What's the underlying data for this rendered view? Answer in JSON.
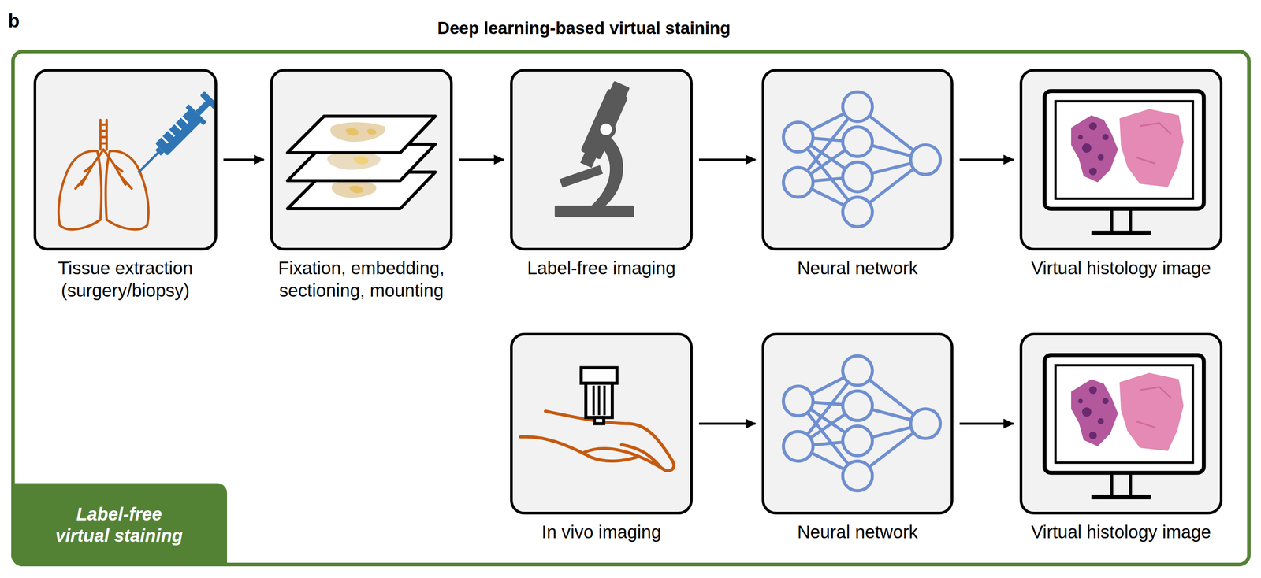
{
  "diagram": {
    "title": "Deep learning-based virtual staining",
    "nodes": [
      {
        "text": [
          "Label-free virtual staining"
        ]
      },
      {
        "text": [
          "Tissue extraction (surgery/biopsy)"
        ],
        "in": 0
      },
      {
        "text": [
          "Fixation, embedding, sectioning, mounting"
        ],
        "in": 0
      },
      {
        "text": [
          "Label-free imaging"
        ],
        "in": 0
      },
      {
        "text": [
          "Neural network"
        ],
        "in": 0
      },
      {
        "text": [
          "Virtual histology image"
        ],
        "in": 0
      },
      {
        "text": [
          "In vivo imaging"
        ],
        "in": 0
      },
      {
        "text": [
          "Neural network"
        ],
        "in": 0
      },
      {
        "text": [
          "Virtual histology image"
        ],
        "in": 0
      }
    ],
    "edges": [
      {
        "from": 1,
        "to": 2,
        "arrow": "to"
      },
      {
        "from": 2,
        "to": 3,
        "arrow": "to"
      },
      {
        "from": 3,
        "to": 4,
        "arrow": "to"
      },
      {
        "from": 4,
        "to": 5,
        "arrow": "to"
      },
      {
        "from": 6,
        "to": 7,
        "arrow": "to"
      },
      {
        "from": 7,
        "to": 8,
        "arrow": "to"
      }
    ],
    "labels": [
      "b"
    ]
  }
}
